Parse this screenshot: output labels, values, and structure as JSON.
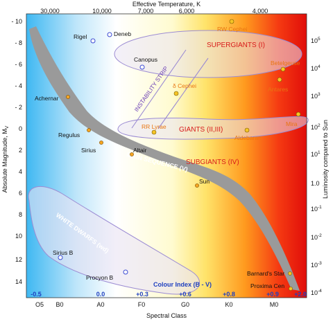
{
  "axes": {
    "top_title": "Effective Temperature, K",
    "top_ticks": [
      "30,000",
      "10,000",
      "7,000",
      "6,000",
      "4,000"
    ],
    "left_title": "Absolute Magnitude, M",
    "left_title_sub": "V",
    "left_ticks": [
      "- 10",
      "- 8",
      "- 6",
      "- 4",
      "- 2",
      "0",
      "2",
      "4",
      "6",
      "8",
      "10",
      "12",
      "14"
    ],
    "right_title": "Luminosity compared to Sun",
    "right_ticks": [
      {
        "base": "10",
        "exp": "5"
      },
      {
        "base": "10",
        "exp": "4"
      },
      {
        "base": "10",
        "exp": "3"
      },
      {
        "base": "10",
        "exp": "2"
      },
      {
        "base": "10",
        "exp": "1"
      },
      {
        "base": "1.0",
        "exp": ""
      },
      {
        "base": "10",
        "exp": "-1"
      },
      {
        "base": "10",
        "exp": "-2"
      },
      {
        "base": "10",
        "exp": "-3"
      },
      {
        "base": "10",
        "exp": "-4"
      }
    ],
    "bottom_title": "Spectral Class",
    "bottom_ticks": [
      "O5",
      "B0",
      "A0",
      "F0",
      "G0",
      "K0",
      "M0"
    ]
  },
  "colour_index": {
    "title": "Colour Index (B - V)",
    "values": [
      "-0.5",
      "0.0",
      "+0.3",
      "+0.6",
      "+0.8",
      "+0.9",
      "+2.0"
    ]
  },
  "regions": {
    "supergiants": "SUPERGIANTS (I)",
    "giants": "GIANTS (II,III)",
    "subgiants": "SUBGIANTS (IV)",
    "main_sequence": "MAIN SEQUENCE (V)",
    "white_dwarfs": "WHITE DWARFS (wd)",
    "instability_strip": "INSTABILITY STRIP"
  },
  "stars": [
    {
      "name": "Rigel",
      "color": "#ffffff",
      "style": "blue"
    },
    {
      "name": "Deneb",
      "color": "#ffffff",
      "style": "blue"
    },
    {
      "name": "Canopus",
      "color": "#ffffff",
      "style": "blue"
    },
    {
      "name": "RW Cephei",
      "color": "#f5c425",
      "style": "orange"
    },
    {
      "name": "Betelgeuse",
      "color": "#f5c425",
      "style": "orange"
    },
    {
      "name": "Antares",
      "color": "#f5c425",
      "style": "orange"
    },
    {
      "name": "δ Cephei",
      "color": "#f5c425",
      "style": "orange"
    },
    {
      "name": "RR Lyrae",
      "color": "#f5c425",
      "style": "orange"
    },
    {
      "name": "Mira",
      "color": "#f5c425",
      "style": "orange"
    },
    {
      "name": "Aldebaran",
      "color": "#f5c425",
      "style": "orange"
    },
    {
      "name": "Achernar",
      "color": "#f5a623",
      "style": "dark"
    },
    {
      "name": "Regulus",
      "color": "#f5a623",
      "style": "dark"
    },
    {
      "name": "Sirius",
      "color": "#f5a623",
      "style": "dark"
    },
    {
      "name": "Altair",
      "color": "#f5a623",
      "style": "dark"
    },
    {
      "name": "Sun",
      "color": "#f5a623",
      "style": "dark"
    },
    {
      "name": "Sirius B",
      "color": "#ffffff",
      "style": "blue"
    },
    {
      "name": "Procyon B",
      "color": "#ffffff",
      "style": "blue"
    },
    {
      "name": "Barnard's Star",
      "color": "#f5c425",
      "style": "dark"
    },
    {
      "name": "Proxima Cen",
      "color": "#f5c425",
      "style": "dark"
    }
  ],
  "colors": {
    "hot": "#4fc3f7",
    "white": "#ffffff",
    "yellow": "#fff59d",
    "orange": "#ff9800",
    "red": "#e8130c",
    "main_sequence": "#9a9a9a",
    "ci_blue": "#1e3fbf",
    "region_red": "#d81b1b"
  }
}
